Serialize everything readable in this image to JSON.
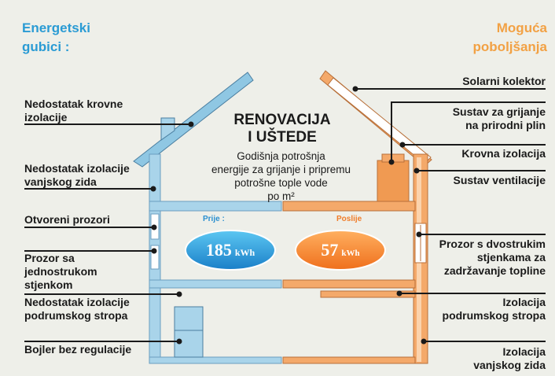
{
  "headings": {
    "left": [
      "Energetski",
      "gubici :"
    ],
    "right": [
      "Moguća",
      "poboljšanja"
    ]
  },
  "center": {
    "title": [
      "RENOVACIJA",
      "I UŠTEDE"
    ],
    "subtitle": [
      "Godišnja potrošnja",
      "energije za grijanje i pripremu",
      "potrošne tople vode",
      "po m²"
    ],
    "before_label": "Prije :",
    "before_value": "185",
    "before_unit": "kWh",
    "after_label": "Poslije",
    "after_value": "57",
    "after_unit": "kWh"
  },
  "losses": [
    [
      "Nedostatak krovne",
      "izolacije"
    ],
    [
      "Nedostatak izolacije",
      "vanjskog zida"
    ],
    [
      "Otvoreni prozori"
    ],
    [
      "Prozor sa",
      "jednostrukom",
      "stjenkom"
    ],
    [
      "Nedostatak izolacije",
      "podrumskog stropa"
    ],
    [
      "Bojler bez regulacije"
    ]
  ],
  "improvements": [
    [
      "Solarni kolektor"
    ],
    [
      "Sustav za grijanje",
      "na prirodni plin"
    ],
    [
      "Krovna izolacija"
    ],
    [
      "Sustav ventilacije"
    ],
    [
      "Prozor s dvostrukim",
      "stjenkama za",
      "zadržavanje topline"
    ],
    [
      "Izolacija",
      "podrumskog stropa"
    ],
    [
      "Izolacija",
      "vanjskog zida"
    ]
  ],
  "colors": {
    "before_house": "#a9d4ea",
    "after_house": "#f4a96a",
    "before_badge": "#1f9ad9",
    "after_badge": "#f07d2a",
    "heading_left": "#2a9bd4",
    "heading_right": "#f2a144"
  }
}
